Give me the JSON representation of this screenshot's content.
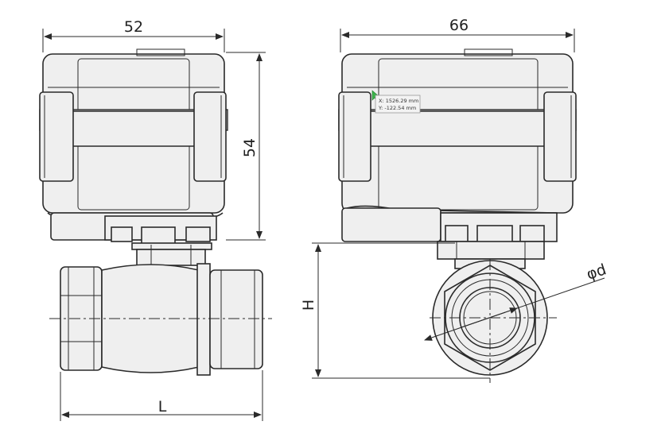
{
  "dimensions": {
    "front_width": "52",
    "front_height": "54",
    "pipe_length": "L",
    "side_width": "66",
    "side_height": "H",
    "bore_diameter": "φd"
  },
  "cursor_tooltip": {
    "x_readout": "X: 1526.29 mm",
    "y_readout": "Y: -122.54 mm"
  }
}
